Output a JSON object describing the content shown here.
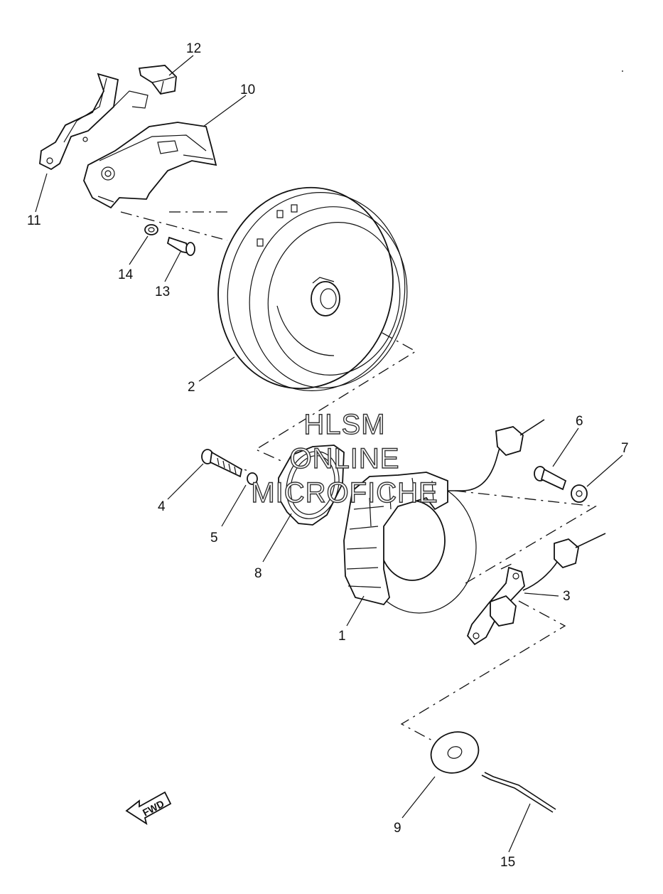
{
  "watermark": [
    "HLSM",
    "ONLINE",
    "MICROFICHE"
  ],
  "fwd_badge": "FWD",
  "callouts": [
    {
      "id": "1",
      "label": "1"
    },
    {
      "id": "2",
      "label": "2"
    },
    {
      "id": "3",
      "label": "3"
    },
    {
      "id": "4",
      "label": "4"
    },
    {
      "id": "5",
      "label": "5"
    },
    {
      "id": "6",
      "label": "6"
    },
    {
      "id": "7",
      "label": "7"
    },
    {
      "id": "8",
      "label": "8"
    },
    {
      "id": "9",
      "label": "9"
    },
    {
      "id": "10",
      "label": "10"
    },
    {
      "id": "11",
      "label": "11"
    },
    {
      "id": "12",
      "label": "12"
    },
    {
      "id": "13",
      "label": "13"
    },
    {
      "id": "14",
      "label": "14"
    },
    {
      "id": "15",
      "label": "15"
    }
  ]
}
